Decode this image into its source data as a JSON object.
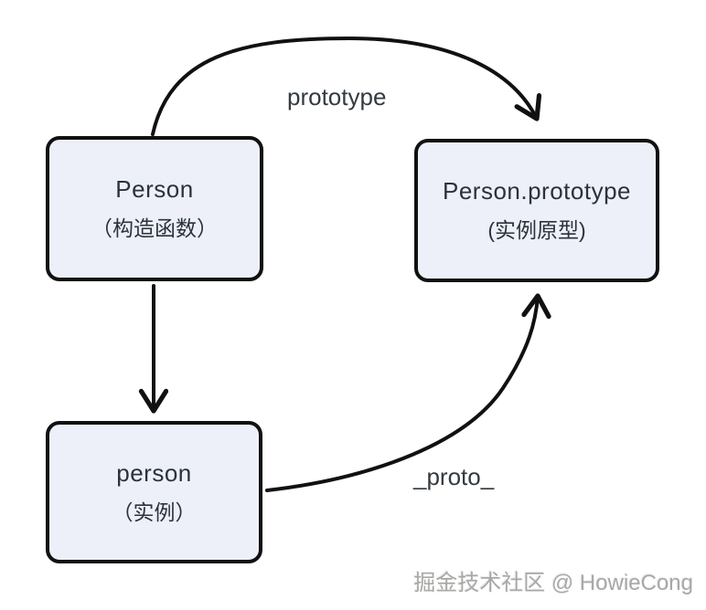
{
  "diagram": {
    "nodes": [
      {
        "id": "person-constructor",
        "line1": "Person",
        "line2": "（构造函数）"
      },
      {
        "id": "person-prototype",
        "line1": "Person.prototype",
        "line2": "(实例原型)"
      },
      {
        "id": "person-instance",
        "line1": "person",
        "line2": "（实例）"
      }
    ],
    "edges": [
      {
        "from": "Person",
        "to": "Person.prototype",
        "label": "prototype"
      },
      {
        "from": "Person",
        "to": "person",
        "label": ""
      },
      {
        "from": "person",
        "to": "Person.prototype",
        "label": "_proto_"
      }
    ],
    "colors": {
      "node_fill": "#edf0f8",
      "node_border": "#111111",
      "arrow": "#111111",
      "node_text": "#2b323a",
      "label_text": "#333a41",
      "watermark": "#a9a8a6",
      "background": "#ffffff"
    }
  },
  "watermark": {
    "text": "掘金技术社区 @ HowieCong"
  }
}
